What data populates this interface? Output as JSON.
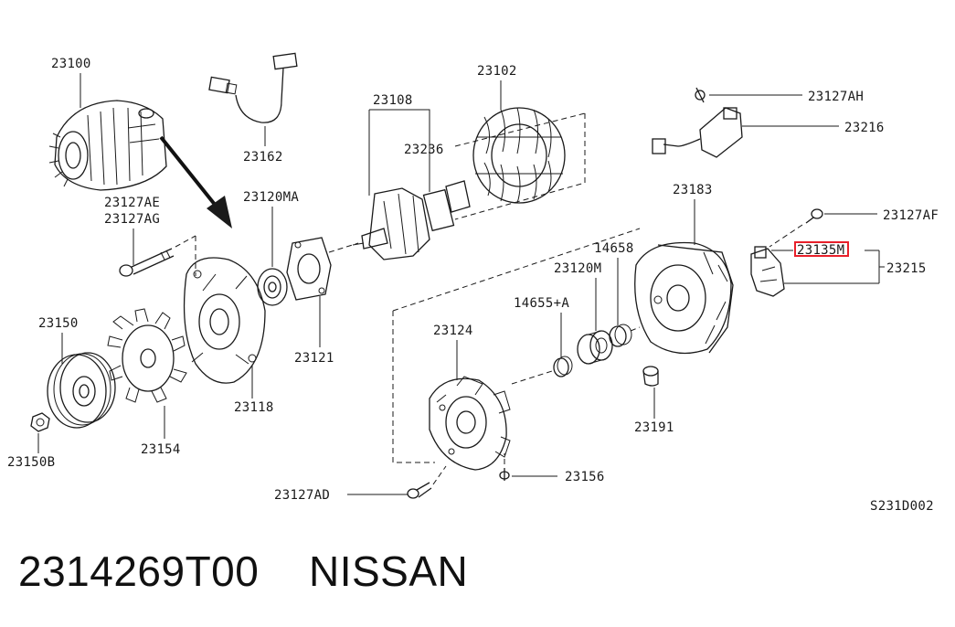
{
  "diagram": {
    "drawing_code": "S231D002",
    "labels": {
      "l23100": "23100",
      "l23162": "23162",
      "l23108": "23108",
      "l23236": "23236",
      "l23102": "23102",
      "l23127AH": "23127AH",
      "l23216": "23216",
      "l23127AE": "23127AE",
      "l23127AG": "23127AG",
      "l23120MA": "23120MA",
      "l23183": "23183",
      "l23127AF": "23127AF",
      "l23135M": "23135M",
      "l23215": "23215",
      "l14658": "14658",
      "l23120M": "23120M",
      "l14655A": "14655+A",
      "l23150": "23150",
      "l23121": "23121",
      "l23124": "23124",
      "l23118": "23118",
      "l23154": "23154",
      "l23191": "23191",
      "l23150B": "23150B",
      "l23156": "23156",
      "l23127AD": "23127AD"
    },
    "highlighted_label": "23135M",
    "highlight_color": "#e8202a"
  },
  "footer": {
    "part_number": "2314269T00",
    "brand": "NISSAN"
  }
}
